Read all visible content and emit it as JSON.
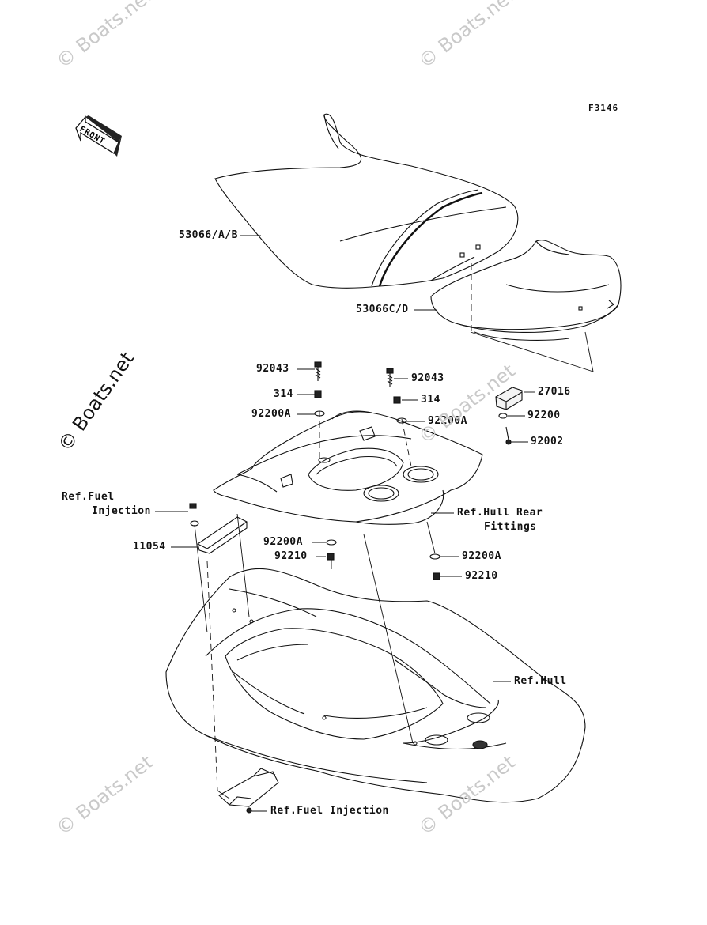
{
  "figure_code": "F3146",
  "front_arrow_text": "FRONT",
  "watermark_text": "© Boats.net",
  "labels": {
    "seat_front": "53066/A/B",
    "seat_rear": "53066C/D",
    "bolt_left": "92043",
    "nut_left": "314",
    "washer_left": "92200A",
    "bolt_right": "92043",
    "nut_right": "314",
    "washer_right": "92200A",
    "latch": "27016",
    "latch_washer": "92200",
    "latch_bolt": "92002",
    "ref_fuel_1_line1": "Ref.Fuel",
    "ref_fuel_1_line2": "Injection",
    "bracket": "11054",
    "ref_hull_rear_line1": "Ref.Hull Rear",
    "ref_hull_rear_line2": "Fittings",
    "washer_lower_left": "92200A",
    "nut_lower_left": "92210",
    "washer_lower_right": "92200A",
    "nut_lower_right": "92210",
    "ref_hull": "Ref.Hull",
    "ref_fuel_2": "Ref.Fuel Injection"
  }
}
